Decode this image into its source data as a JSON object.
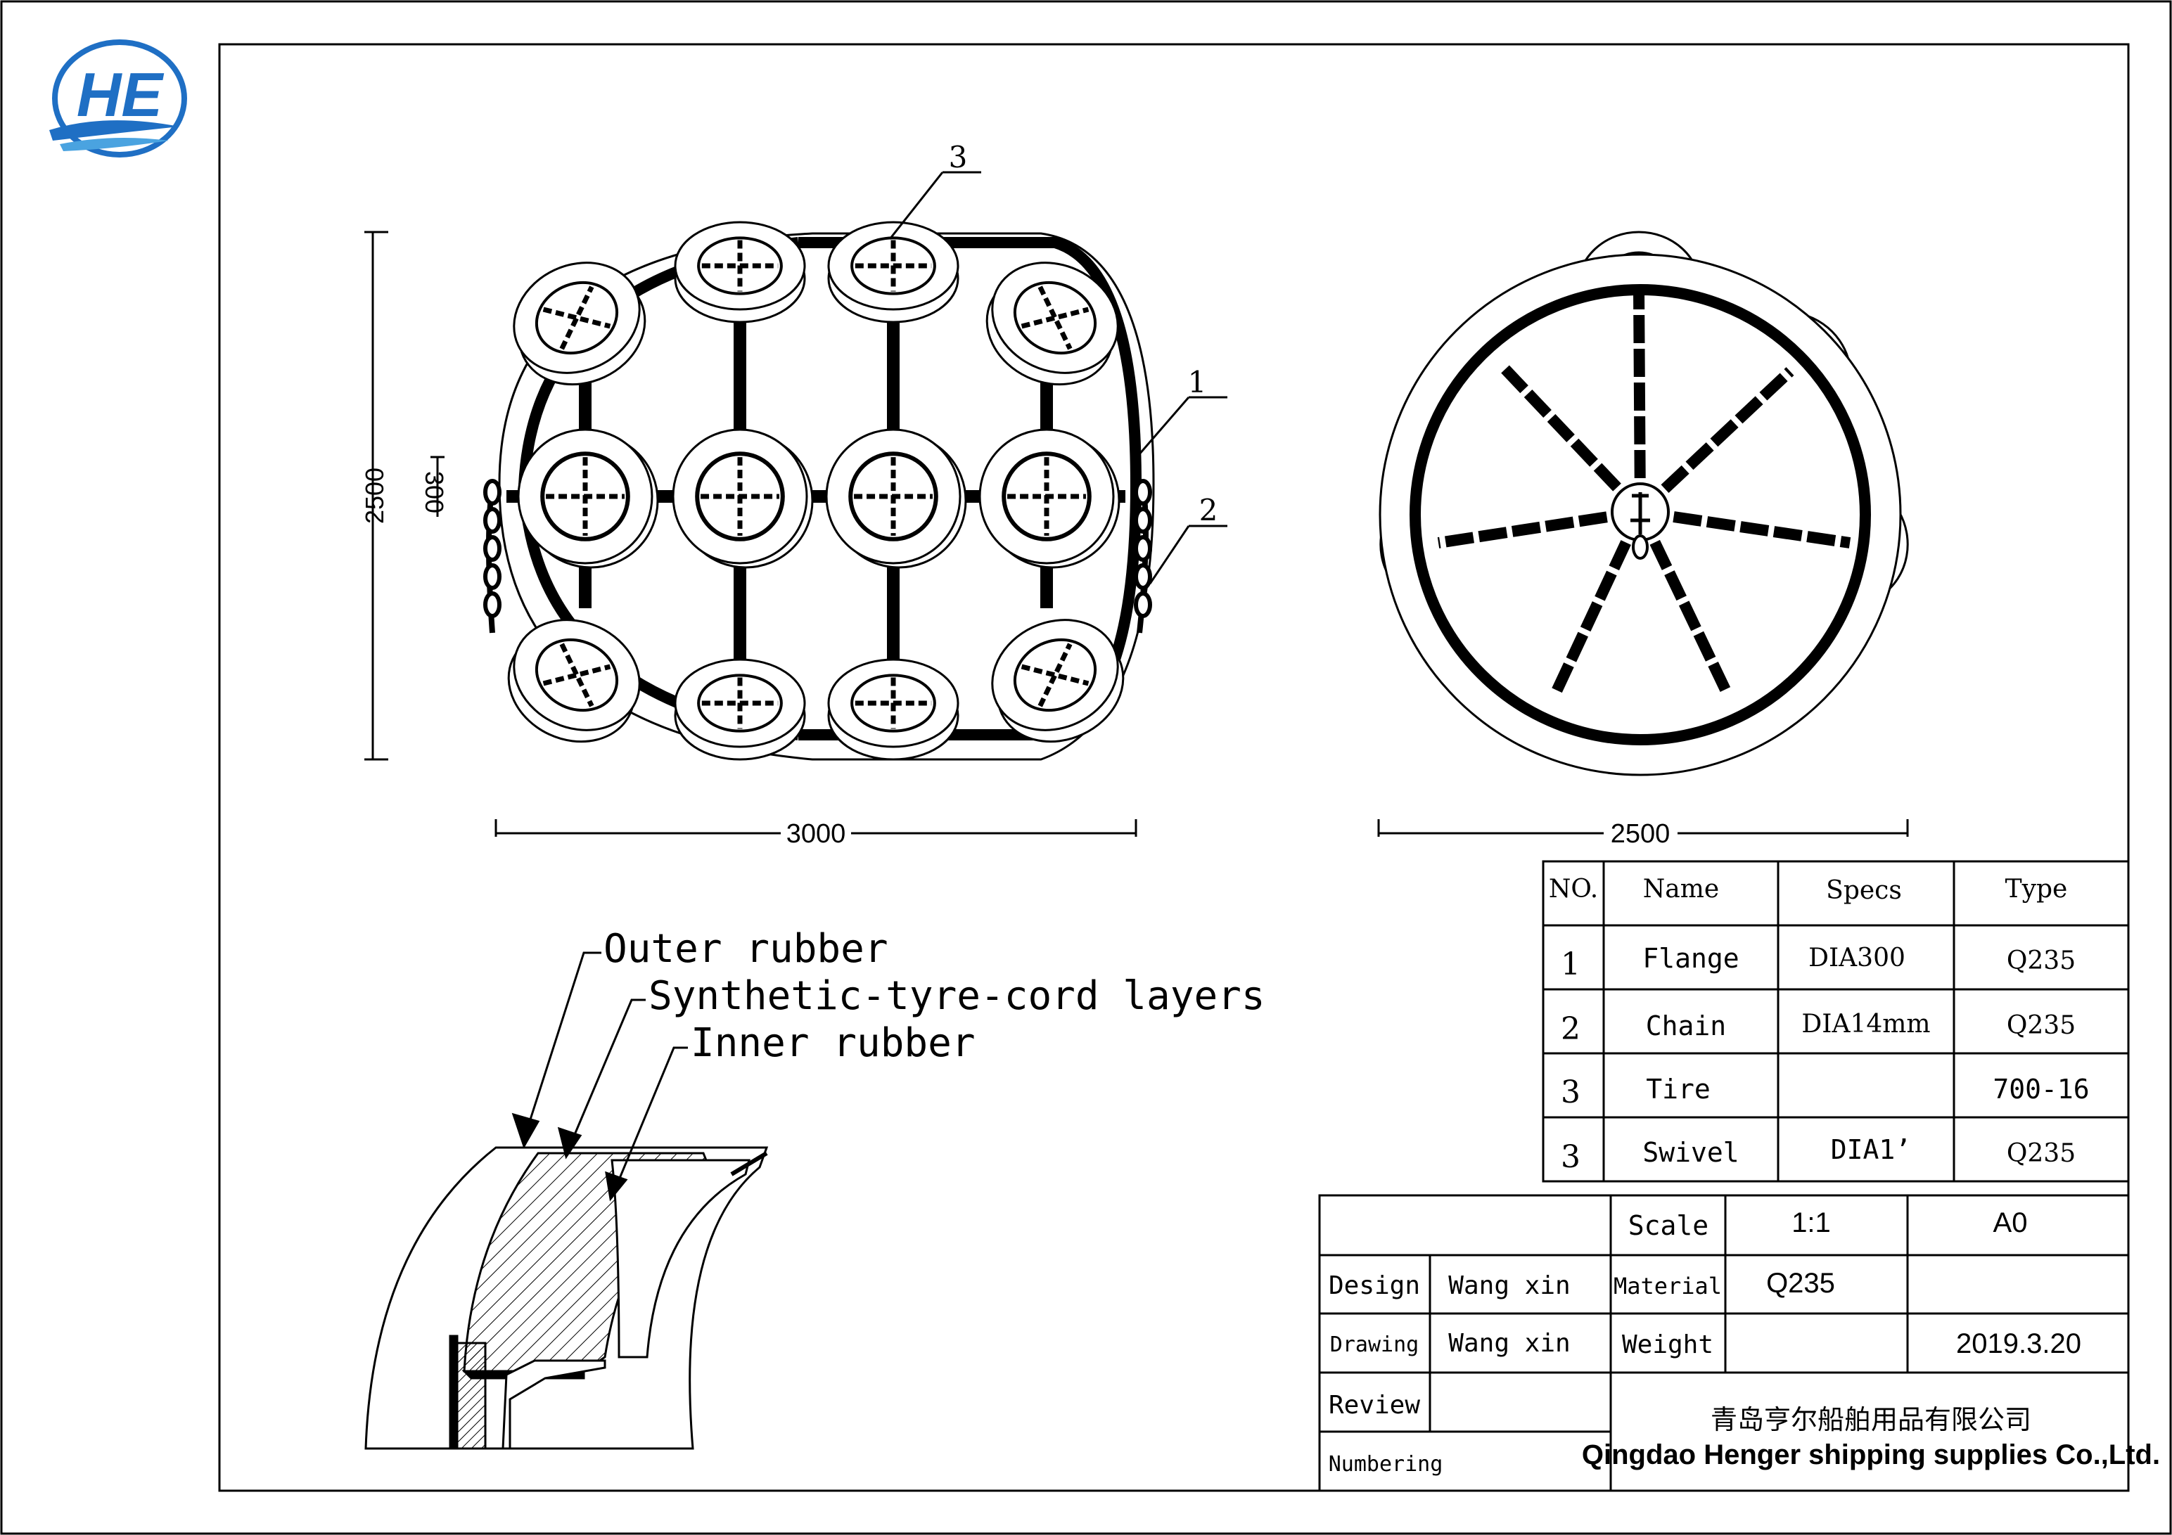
{
  "logo": {
    "text": "HE"
  },
  "front_view": {
    "height_dim": "2500",
    "chain_dim": "300",
    "width_dim": "3000",
    "callouts": [
      "1",
      "2",
      "3"
    ]
  },
  "side_view": {
    "diameter_dim": "2500"
  },
  "section": {
    "labels": [
      "Outer rubber",
      "Synthetic-tyre-cord layers",
      "Inner rubber"
    ]
  },
  "parts_table": {
    "headers": [
      "NO.",
      "Name",
      "Specs",
      "Type"
    ],
    "rows": [
      {
        "no": "1",
        "name": "Flange",
        "specs": "DIA300",
        "type": "Q235"
      },
      {
        "no": "2",
        "name": "Chain",
        "specs": "DIA14mm",
        "type": "Q235"
      },
      {
        "no": "3",
        "name": "Tire",
        "specs": "",
        "type": "700-16"
      },
      {
        "no": "3",
        "name": "Swivel",
        "specs": "DIA1’",
        "type": "Q235"
      }
    ]
  },
  "title_block": {
    "scale_label": "Scale",
    "scale_value": "1:1",
    "paper_size": "A0",
    "design_label": "Design",
    "design_value": "Wang xin",
    "material_label": "Material",
    "material_value": "Q235",
    "drawing_label": "Drawing",
    "drawing_value": "Wang xin",
    "weight_label": "Weight",
    "date": "2019.3.20",
    "review_label": "Review",
    "numbering_label": "Numbering",
    "company_cn": "青岛亨尔船舶用品有限公司",
    "company_en": "Qingdao Henger shipping supplies Co.,Ltd."
  },
  "colors": {
    "line": "#000000",
    "logo_blue": "#1f6fc4"
  }
}
